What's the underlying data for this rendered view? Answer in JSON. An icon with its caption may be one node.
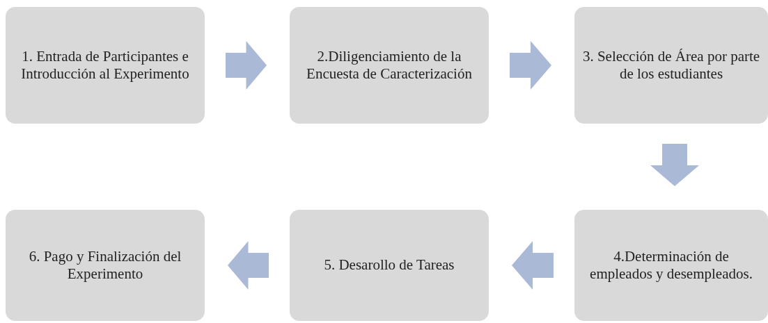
{
  "diagram": {
    "nodes": [
      {
        "text": [
          "1. Entrada de Participantes e Introducción al Experimento"
        ]
      },
      {
        "text": [
          "2.Diligenciamiento de la Encuesta de Caracterización"
        ]
      },
      {
        "text": [
          "3. Selección de Área por parte de los estudiantes"
        ]
      },
      {
        "text": [
          "4.Determinación de empleados y desempleados."
        ]
      },
      {
        "text": [
          "5. Desarollo de Tareas"
        ]
      },
      {
        "text": [
          "6. Pago y Finalización del Experimento"
        ]
      }
    ],
    "edges": [
      {
        "from": 0,
        "to": 1,
        "arrow": "to"
      },
      {
        "from": 1,
        "to": 2,
        "arrow": "to"
      },
      {
        "from": 2,
        "to": 3,
        "arrow": "to"
      },
      {
        "from": 3,
        "to": 4,
        "arrow": "to"
      },
      {
        "from": 4,
        "to": 5,
        "arrow": "to"
      }
    ]
  }
}
